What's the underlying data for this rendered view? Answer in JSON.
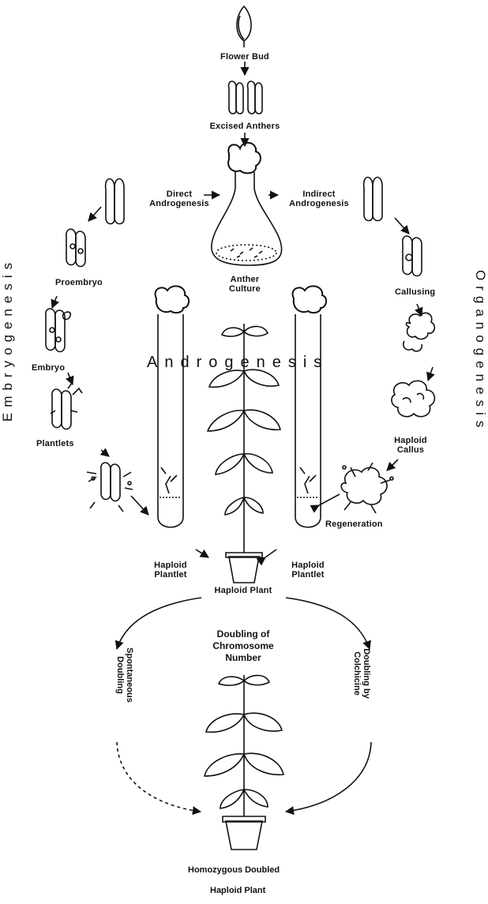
{
  "labels": {
    "flower_bud": "Flower Bud",
    "excised_anthers": "Excised Anthers",
    "direct_androgenesis": [
      "Direct",
      "Androgenesis"
    ],
    "indirect_androgenesis": [
      "Indirect",
      "Androgenesis"
    ],
    "anther_culture": [
      "Anther",
      "Culture"
    ],
    "proembryo": "Proembryo",
    "embryo": "Embryo",
    "plantlets": "Plantlets",
    "callusing": "Callusing",
    "haploid_callus": [
      "Haploid",
      "Callus"
    ],
    "regeneration": "Regeneration",
    "haploid_plantlet_left": [
      "Haploid",
      "Plantlet"
    ],
    "haploid_plantlet_right": [
      "Haploid",
      "Plantlet"
    ],
    "haploid_plant": "Haploid Plant",
    "androgenesis": "Androgenesis",
    "embryogenesis": "Embryogenesis",
    "organogenesis": "Organogenesis",
    "doubling_of_chromosome_number": [
      "Doubling of",
      "Chromosome",
      "Number"
    ],
    "spontaneous_doubling": [
      "Spontaneous",
      "Doubling"
    ],
    "doubling_by_colchicine": [
      "Doubling by",
      "Colchicine"
    ],
    "homozygous_doubled": "Homozygous Doubled",
    "haploid_plant_final": "Haploid Plant"
  },
  "colors": {
    "ink": "#111111",
    "paper": "#ffffff"
  }
}
